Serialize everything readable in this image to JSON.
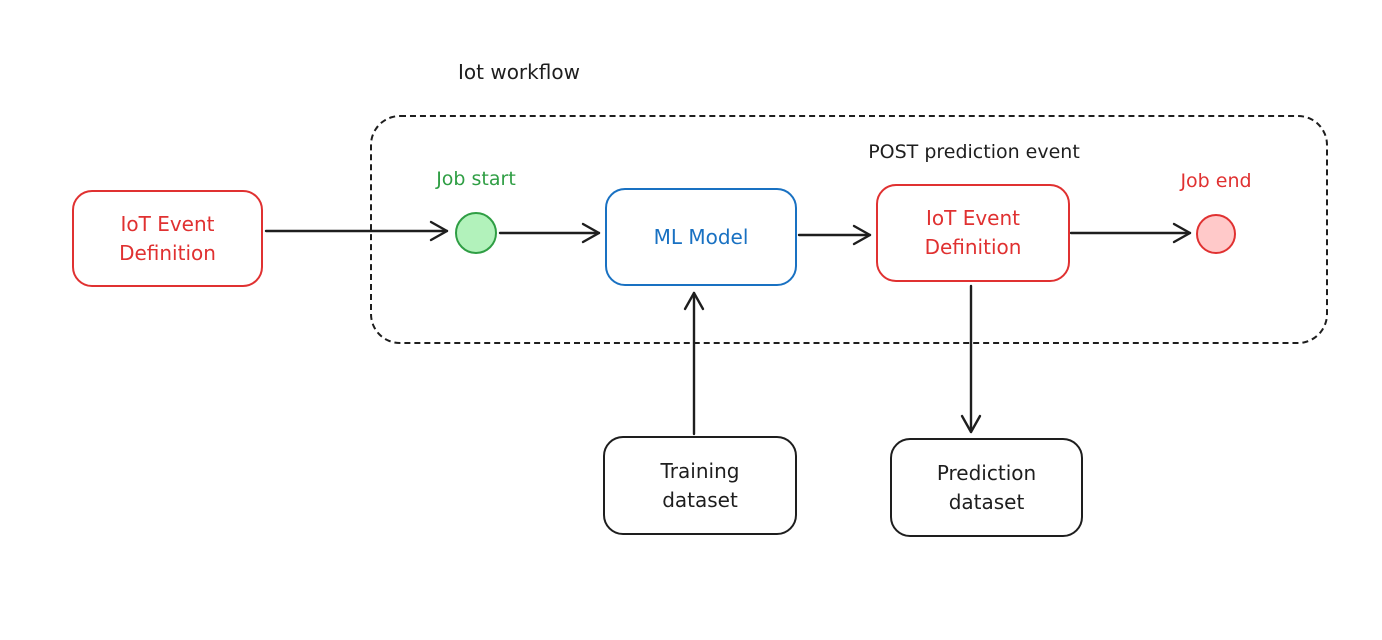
{
  "diagram": {
    "type": "flowchart",
    "background": "#ffffff",
    "workflow_container": {
      "title": "Iot workflow",
      "border_style": "dashed",
      "border_color": "#1e1e1e"
    },
    "nodes": {
      "source_iot_event_definition": {
        "label": "IoT Event Definition",
        "shape": "rounded-rect",
        "stroke": "#e03131",
        "text_color": "#e03131"
      },
      "job_start": {
        "label": "Job start",
        "shape": "circle",
        "stroke": "#2f9e44",
        "fill": "#b2f2bb",
        "label_color": "#2f9e44"
      },
      "ml_model": {
        "label": "ML Model",
        "shape": "rounded-rect",
        "stroke": "#1971c2",
        "text_color": "#1971c2"
      },
      "iot_event_definition": {
        "label": "IoT Event Definition",
        "shape": "rounded-rect",
        "stroke": "#e03131",
        "text_color": "#e03131",
        "annotation": "POST prediction event"
      },
      "job_end": {
        "label": "Job end",
        "shape": "circle",
        "stroke": "#e03131",
        "fill": "#ffc9c9",
        "label_color": "#e03131"
      },
      "training_dataset": {
        "label": "Training dataset",
        "shape": "rounded-rect",
        "stroke": "#1e1e1e",
        "text_color": "#1e1e1e"
      },
      "prediction_dataset": {
        "label": "Prediction dataset",
        "shape": "rounded-rect",
        "stroke": "#1e1e1e",
        "text_color": "#1e1e1e"
      }
    },
    "annotations": {
      "post_prediction_event": "POST prediction event"
    },
    "edges": [
      {
        "from": "source_iot_event_definition",
        "to": "job_start",
        "direction": "right"
      },
      {
        "from": "job_start",
        "to": "ml_model",
        "direction": "right"
      },
      {
        "from": "ml_model",
        "to": "iot_event_definition",
        "direction": "right"
      },
      {
        "from": "iot_event_definition",
        "to": "job_end",
        "direction": "right"
      },
      {
        "from": "training_dataset",
        "to": "ml_model",
        "direction": "up"
      },
      {
        "from": "iot_event_definition",
        "to": "prediction_dataset",
        "direction": "down"
      }
    ],
    "colors": {
      "red": "#e03131",
      "red_fill": "#ffc9c9",
      "green": "#2f9e44",
      "green_fill": "#b2f2bb",
      "blue": "#1971c2",
      "black": "#1e1e1e"
    }
  }
}
